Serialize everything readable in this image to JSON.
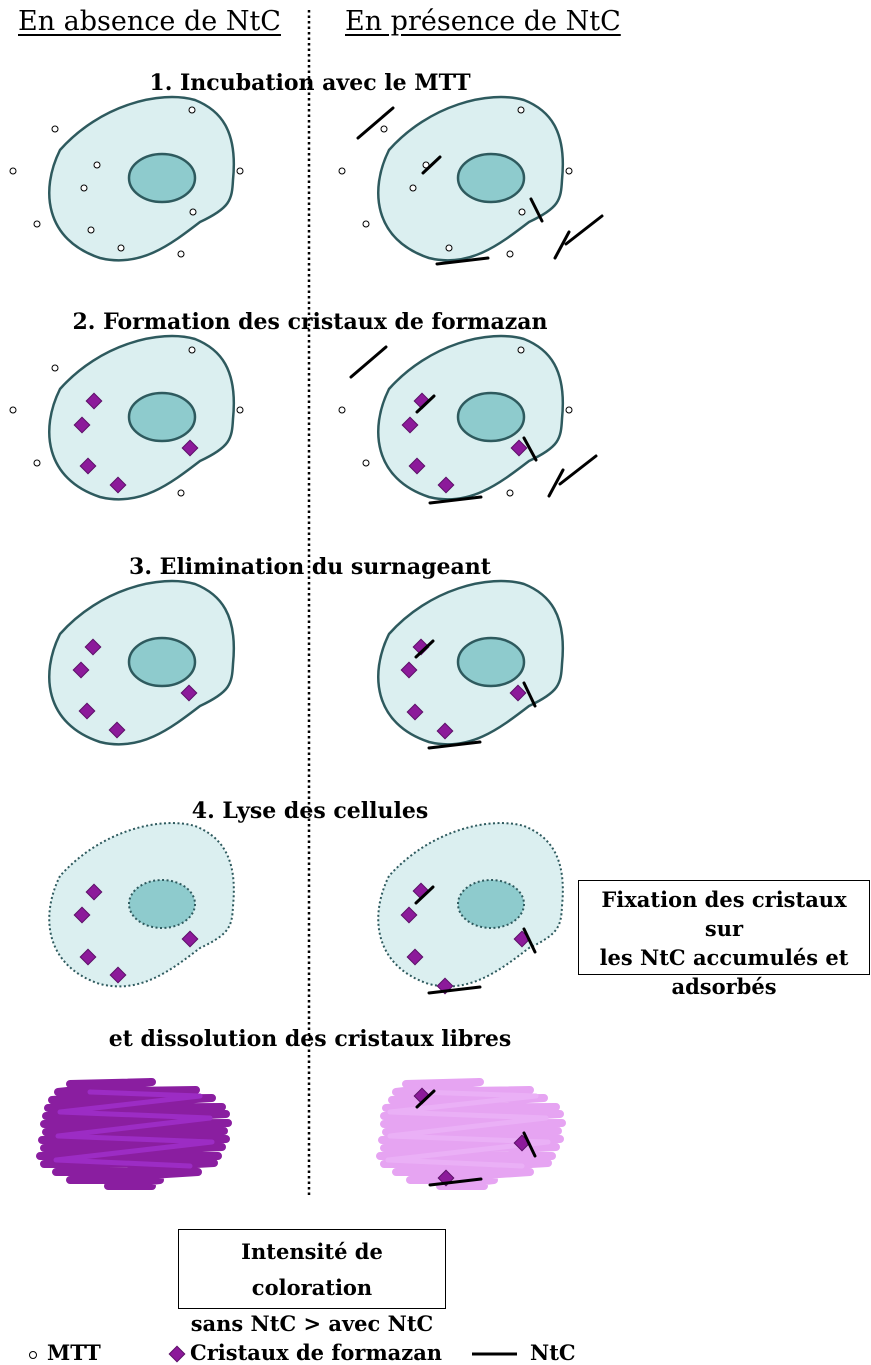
{
  "headers": {
    "left": "En absence de NtC",
    "right": "En présence de NtC"
  },
  "steps": [
    "1. Incubation avec le MTT",
    "2. Formation des cristaux de formazan",
    "3. Elimination du surnageant",
    "4. Lyse des cellules",
    "et dissolution des cristaux libres"
  ],
  "side_box": {
    "lines": [
      "Fixation des cristaux sur",
      "les NtC accumulés et",
      "adsorbés"
    ]
  },
  "result_box": {
    "lines": [
      "Intensité de coloration",
      "sans NtC > avec NtC"
    ]
  },
  "legend": {
    "mtt": "MTT",
    "formazan": "Cristaux de formazan",
    "ntc": "NtC"
  },
  "colors": {
    "cell_fill": "#dbeff0",
    "cell_stroke": "#2e5a5e",
    "nucleus_fill": "#8ecbcd",
    "formazan": "#8c1a9a",
    "dark_purple_scribble": "#8a1ea0",
    "light_purple_scribble": "#e6a4f2"
  }
}
